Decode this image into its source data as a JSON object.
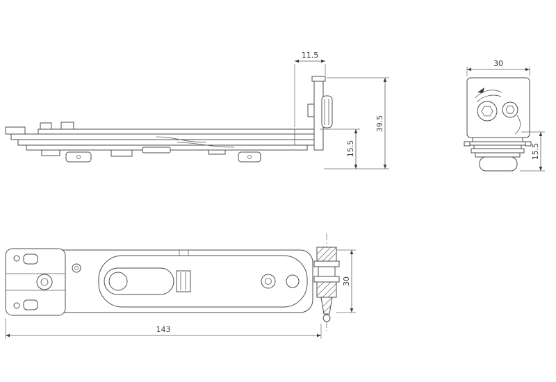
{
  "drawing": {
    "background": "#ffffff",
    "line_color": "#4b4b4b"
  },
  "views": {
    "side": {
      "dims": {
        "offset_top": "11.5",
        "overall_height": "39.5",
        "drop_height": "15.5"
      }
    },
    "end": {
      "dims": {
        "width": "30",
        "height": "15.5"
      }
    },
    "plan": {
      "dims": {
        "length": "143",
        "width": "30"
      }
    }
  }
}
